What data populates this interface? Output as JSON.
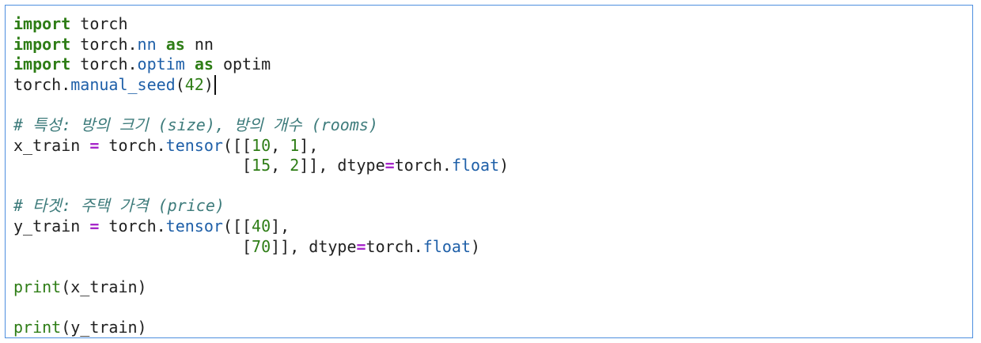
{
  "editor": {
    "lines": [
      [
        {
          "t": "import",
          "k": "kw"
        },
        {
          "t": " torch",
          "k": "pl"
        }
      ],
      [
        {
          "t": "import",
          "k": "kw"
        },
        {
          "t": " torch.",
          "k": "pl"
        },
        {
          "t": "nn",
          "k": "attr"
        },
        {
          "t": " ",
          "k": "pl"
        },
        {
          "t": "as",
          "k": "kw"
        },
        {
          "t": " nn",
          "k": "pl"
        }
      ],
      [
        {
          "t": "import",
          "k": "kw"
        },
        {
          "t": " torch.",
          "k": "pl"
        },
        {
          "t": "optim",
          "k": "attr"
        },
        {
          "t": " ",
          "k": "pl"
        },
        {
          "t": "as",
          "k": "kw"
        },
        {
          "t": " optim",
          "k": "pl"
        }
      ],
      [
        {
          "t": "torch.",
          "k": "pl"
        },
        {
          "t": "manual_seed",
          "k": "attr"
        },
        {
          "t": "(",
          "k": "pl"
        },
        {
          "t": "42",
          "k": "num"
        },
        {
          "t": ")",
          "k": "pl"
        },
        {
          "t": "",
          "k": "cursor"
        }
      ],
      [],
      [
        {
          "t": "# 특성: 방의 크기 (size), 방의 개수 (rooms)",
          "k": "cm"
        }
      ],
      [
        {
          "t": "x_train ",
          "k": "pl"
        },
        {
          "t": "=",
          "k": "op"
        },
        {
          "t": " torch.",
          "k": "pl"
        },
        {
          "t": "tensor",
          "k": "attr"
        },
        {
          "t": "([[",
          "k": "pl"
        },
        {
          "t": "10",
          "k": "num"
        },
        {
          "t": ", ",
          "k": "pl"
        },
        {
          "t": "1",
          "k": "num"
        },
        {
          "t": "],",
          "k": "pl"
        }
      ],
      [
        {
          "t": "                        [",
          "k": "pl"
        },
        {
          "t": "15",
          "k": "num"
        },
        {
          "t": ", ",
          "k": "pl"
        },
        {
          "t": "2",
          "k": "num"
        },
        {
          "t": "]], dtype",
          "k": "pl"
        },
        {
          "t": "=",
          "k": "op"
        },
        {
          "t": "torch.",
          "k": "pl"
        },
        {
          "t": "float",
          "k": "attr"
        },
        {
          "t": ")",
          "k": "pl"
        }
      ],
      [],
      [
        {
          "t": "# 타겟: 주택 가격 (price)",
          "k": "cm"
        }
      ],
      [
        {
          "t": "y_train ",
          "k": "pl"
        },
        {
          "t": "=",
          "k": "op"
        },
        {
          "t": " torch.",
          "k": "pl"
        },
        {
          "t": "tensor",
          "k": "attr"
        },
        {
          "t": "([[",
          "k": "pl"
        },
        {
          "t": "40",
          "k": "num"
        },
        {
          "t": "],",
          "k": "pl"
        }
      ],
      [
        {
          "t": "                        [",
          "k": "pl"
        },
        {
          "t": "70",
          "k": "num"
        },
        {
          "t": "]], dtype",
          "k": "pl"
        },
        {
          "t": "=",
          "k": "op"
        },
        {
          "t": "torch.",
          "k": "pl"
        },
        {
          "t": "float",
          "k": "attr"
        },
        {
          "t": ")",
          "k": "pl"
        }
      ],
      [],
      [
        {
          "t": "print",
          "k": "fn"
        },
        {
          "t": "(x_train)",
          "k": "pl"
        }
      ],
      [],
      [
        {
          "t": "print",
          "k": "fn"
        },
        {
          "t": "(y_train)",
          "k": "pl"
        }
      ]
    ]
  }
}
